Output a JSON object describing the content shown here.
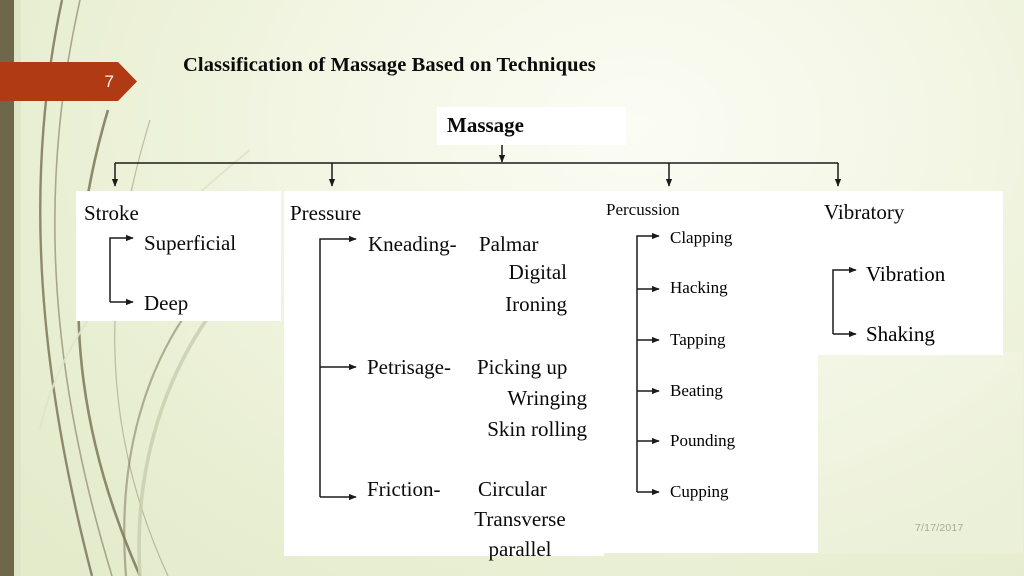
{
  "slide": {
    "number": "7",
    "title": "Classification of Massage Based on Techniques",
    "date": "7/17/2017",
    "accent_color": "#b03a14",
    "edge_bar_color": "#6e6749",
    "background_color": "#e9efd3",
    "panel_color": "#ffffff",
    "text_color": "#0a0a0a"
  },
  "diagram": {
    "type": "tree",
    "root": {
      "label": "Massage"
    },
    "branches": [
      {
        "label": "Stroke",
        "children": [
          {
            "label": "Superficial"
          },
          {
            "label": "Deep"
          }
        ]
      },
      {
        "label": "Pressure",
        "groups": [
          {
            "label": "Kneading-",
            "items": [
              "Palmar",
              "Digital",
              "Ironing"
            ]
          },
          {
            "label": "Petrisage-",
            "items": [
              "Picking up",
              "Wringing",
              "Skin rolling"
            ]
          },
          {
            "label": "Friction-",
            "items": [
              "Circular",
              "Transverse",
              "parallel"
            ]
          }
        ]
      },
      {
        "label": "Percussion",
        "children": [
          {
            "label": "Clapping"
          },
          {
            "label": "Hacking"
          },
          {
            "label": "Tapping"
          },
          {
            "label": "Beating"
          },
          {
            "label": "Pounding"
          },
          {
            "label": "Cupping"
          }
        ]
      },
      {
        "label": "Vibratory",
        "children": [
          {
            "label": "Vibration"
          },
          {
            "label": "Shaking"
          }
        ]
      }
    ]
  }
}
